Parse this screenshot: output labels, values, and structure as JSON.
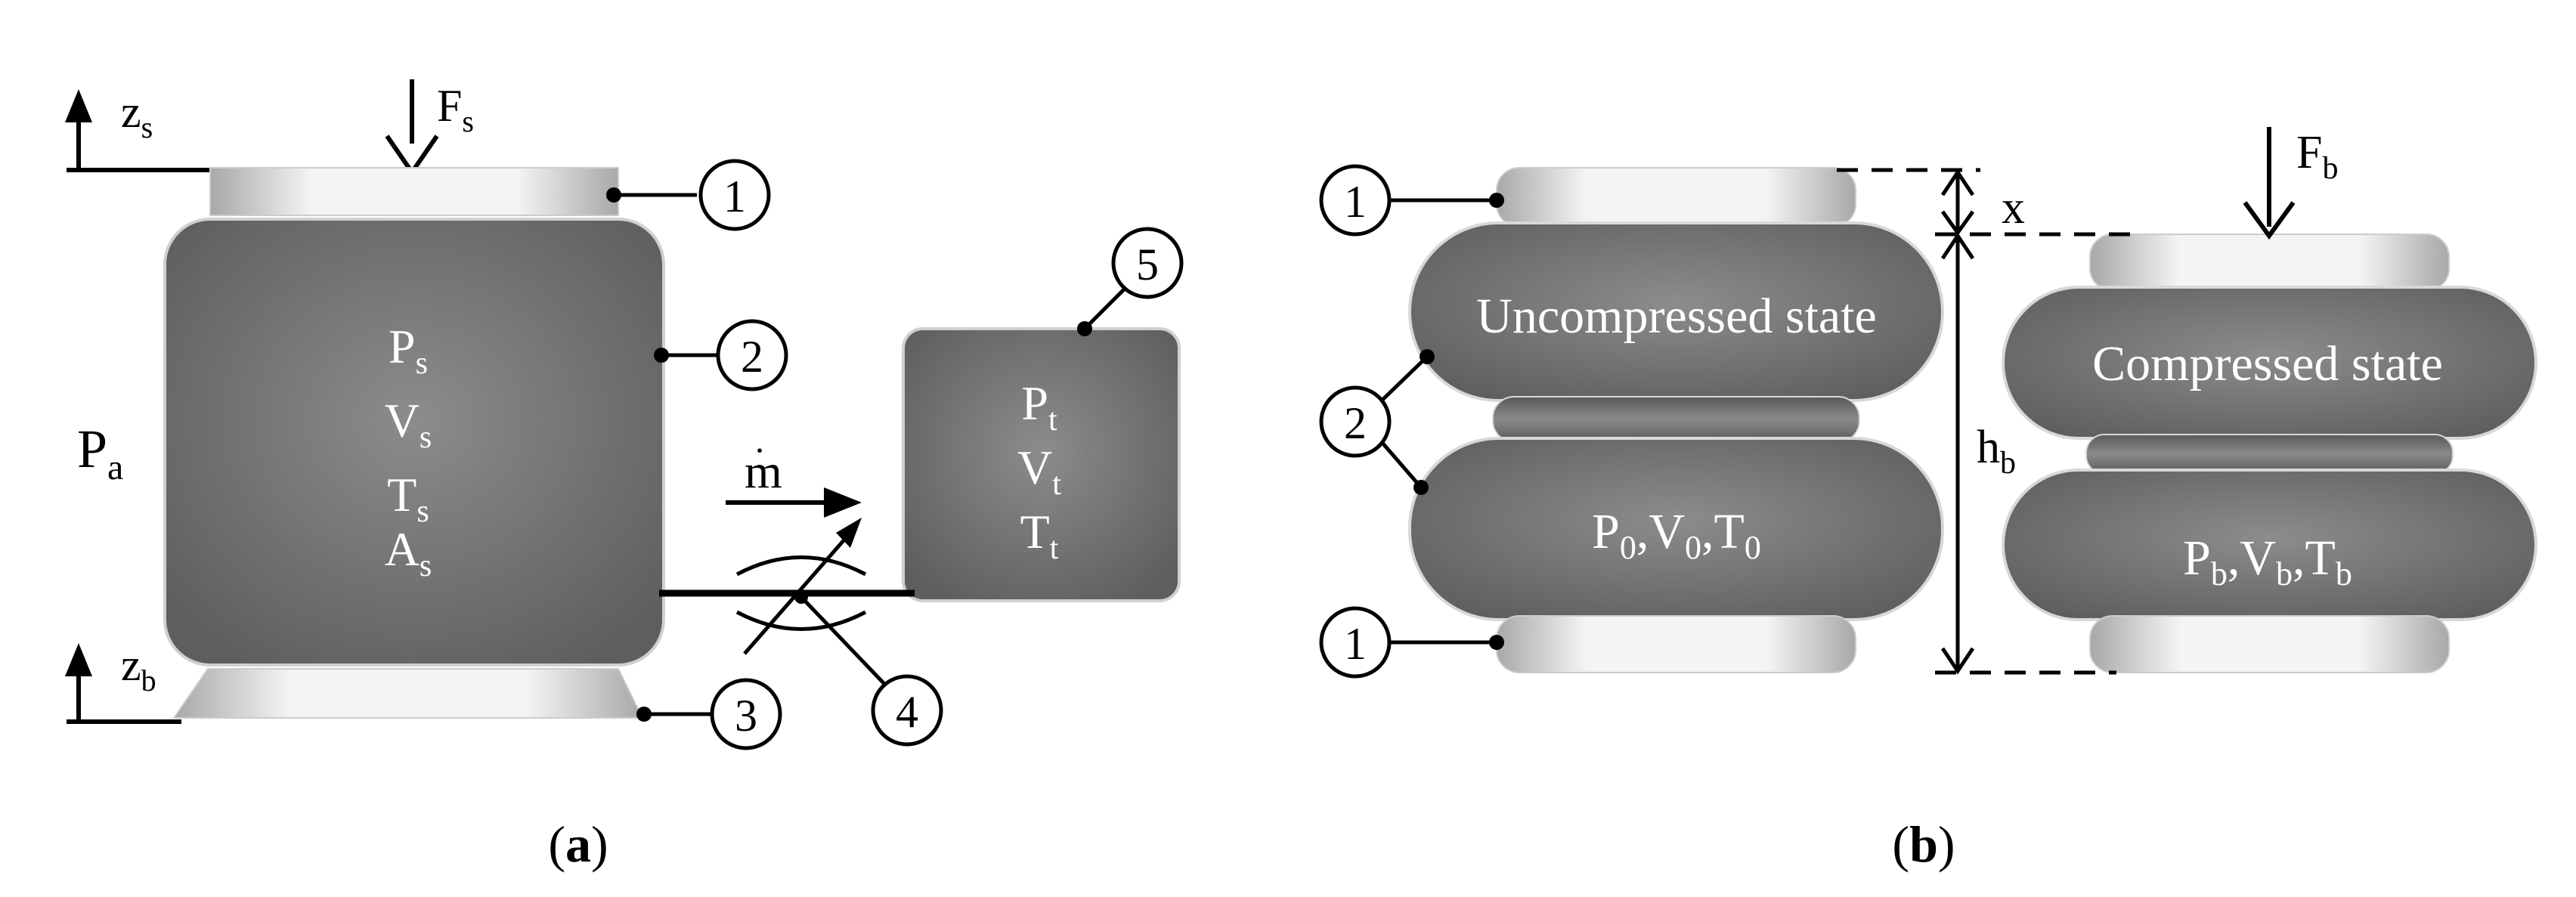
{
  "panel_a": {
    "caption_open": "(",
    "caption_letter": "a",
    "caption_close": ")",
    "zs_label": "z",
    "zs_sub": "s",
    "zb_label": "z",
    "zb_sub": "b",
    "force_label": "F",
    "force_sub": "s",
    "ambient_label": "P",
    "ambient_sub": "a",
    "spring_vars": [
      {
        "main": "P",
        "sub": "s"
      },
      {
        "main": "V",
        "sub": "s"
      },
      {
        "main": "T",
        "sub": "s"
      },
      {
        "main": "A",
        "sub": "s"
      }
    ],
    "tank_vars": [
      {
        "main": "P",
        "sub": "t"
      },
      {
        "main": "V",
        "sub": "t"
      },
      {
        "main": "T",
        "sub": "t"
      }
    ],
    "massflow_label": "m",
    "massflow_dot": "·",
    "callouts": [
      "1",
      "2",
      "3",
      "4",
      "5"
    ]
  },
  "panel_b": {
    "caption_open": "(",
    "caption_letter": "b",
    "caption_close": ")",
    "uncompressed_label": "Uncompressed state",
    "compressed_label": "Compressed state",
    "uncompressed_vars": {
      "p": "P",
      "p_sub": "0",
      "v": "V",
      "v_sub": "0",
      "t": "T",
      "t_sub": "0",
      "sep": ","
    },
    "compressed_vars": {
      "p": "P",
      "p_sub": "b",
      "v": "V",
      "v_sub": "b",
      "t": "T",
      "t_sub": "b",
      "sep": ","
    },
    "force_label": "F",
    "force_sub": "b",
    "x_label": "x",
    "height_label": "h",
    "height_sub": "b",
    "callouts": [
      "1",
      "2",
      "1"
    ]
  },
  "colors": {
    "body_dark": "#5f5f5f",
    "body_light": "#8a8a8a",
    "plate_light": "#f2f2f2",
    "plate_dark": "#b8b8b8",
    "ink": "#000000"
  }
}
